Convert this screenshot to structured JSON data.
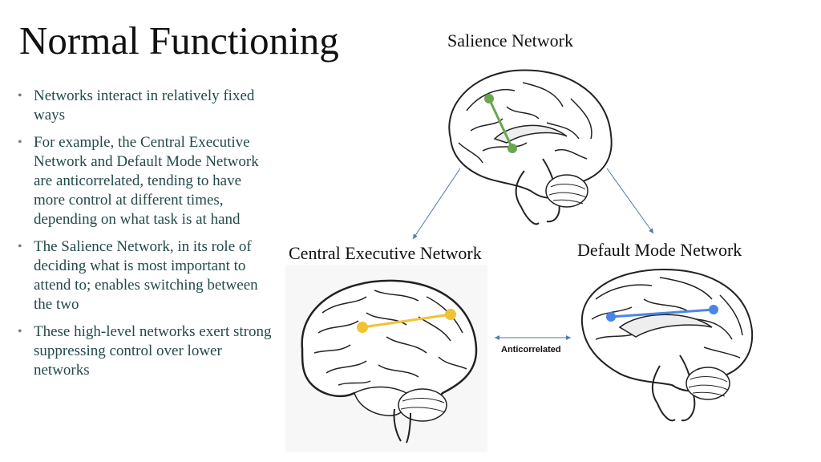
{
  "slide": {
    "title": "Normal Functioning",
    "bullets": [
      "Networks interact in relatively fixed ways",
      "For example, the Central Executive Network and Default Mode Network are anticorrelated, tending to have more control at different times, depending on what task is at hand",
      "The Salience Network, in its role of deciding what is most important to attend to; enables switching between the two",
      "These high-level networks exert strong suppressing control over lower networks"
    ],
    "bullet_glyph": "•"
  },
  "diagram": {
    "salience_label": "Salience Network",
    "central_label": "Central Executive Network",
    "default_label": "Default Mode Network",
    "anticorrelated_label": "Anticorrelated",
    "colors": {
      "salience": "#6aa84f",
      "central": "#f1c232",
      "default": "#4a86e8",
      "arrows": "#4a7ab5"
    }
  }
}
